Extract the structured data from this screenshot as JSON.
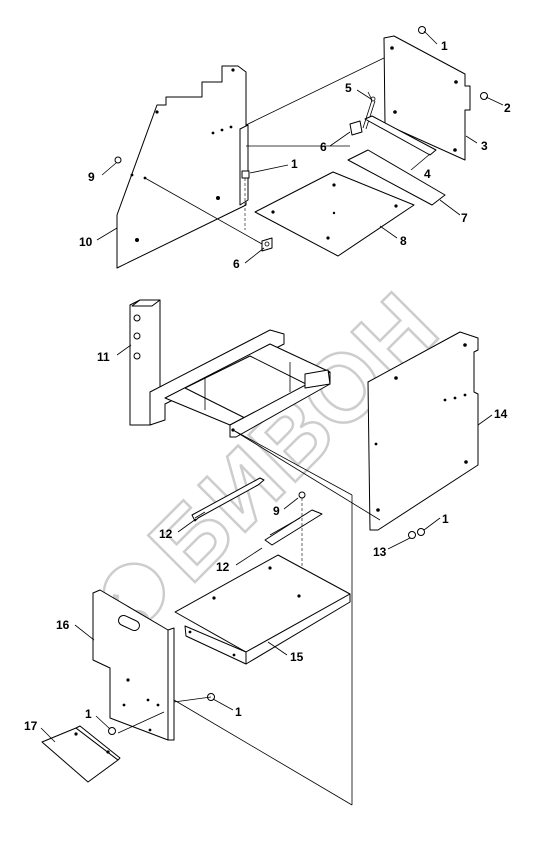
{
  "watermark": {
    "text": "БИВОН",
    "color": "#c8c8c8"
  },
  "callouts": [
    {
      "id": "c1a",
      "label": "1"
    },
    {
      "id": "c2",
      "label": "2"
    },
    {
      "id": "c3",
      "label": "3"
    },
    {
      "id": "c4",
      "label": "4"
    },
    {
      "id": "c5",
      "label": "5"
    },
    {
      "id": "c6a",
      "label": "6"
    },
    {
      "id": "c7",
      "label": "7"
    },
    {
      "id": "c8",
      "label": "8"
    },
    {
      "id": "c1b",
      "label": "1"
    },
    {
      "id": "c9a",
      "label": "9"
    },
    {
      "id": "c10",
      "label": "10"
    },
    {
      "id": "c6b",
      "label": "6"
    },
    {
      "id": "c11",
      "label": "11"
    },
    {
      "id": "c14",
      "label": "14"
    },
    {
      "id": "c12a",
      "label": "12"
    },
    {
      "id": "c9b",
      "label": "9"
    },
    {
      "id": "c12b",
      "label": "12"
    },
    {
      "id": "c1c",
      "label": "1"
    },
    {
      "id": "c13",
      "label": "13"
    },
    {
      "id": "c16",
      "label": "16"
    },
    {
      "id": "c15",
      "label": "15"
    },
    {
      "id": "c1d",
      "label": "1"
    },
    {
      "id": "c1e",
      "label": "1"
    },
    {
      "id": "c17",
      "label": "17"
    }
  ]
}
